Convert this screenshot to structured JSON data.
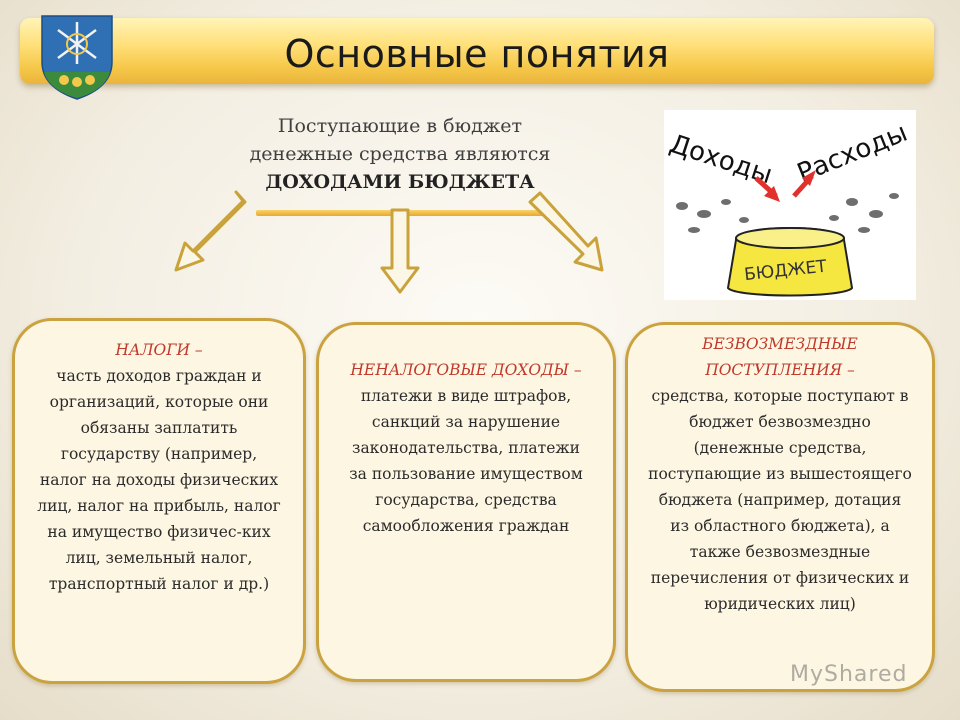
{
  "slide": {
    "title": "Основные понятия"
  },
  "intro": {
    "line1": "Поступающие в бюджет",
    "line2": "денежные средства являются",
    "accent": "ДОХОДАМИ БЮДЖЕТА"
  },
  "illustration": {
    "label_income": "Доходы",
    "label_expense": "Расходы",
    "label_budget": "БЮДЖЕТ"
  },
  "boxes": [
    {
      "heading": "НАЛОГИ –",
      "body": "часть доходов граждан и организаций, которые они обязаны заплатить государству (например, налог на доходы физических лиц, налог на прибыль, налог на имущество физичес-ких лиц, земельный налог, транспортный налог и др.)"
    },
    {
      "heading": "НЕНАЛОГОВЫЕ ДОХОДЫ –",
      "body": "платежи в виде штрафов, санкций за нарушение законодательства, платежи за пользование имуществом государства, средства самообложения граждан"
    },
    {
      "heading": "БЕЗВОЗМЕЗДНЫЕ ПОСТУПЛЕНИЯ –",
      "body": "средства, которые поступают в бюджет безвозмездно (денежные средства, поступающие из вышестоящего бюджета (например, дотация из областного бюджета), а также безвозмездные перечисления от физических и юридических лиц)"
    }
  ],
  "watermark": "MyShared",
  "colors": {
    "title_gold": "#f6c84a",
    "box_border": "#caa23f",
    "heading_red": "#c0392b",
    "crest_blue": "#2f6fb4",
    "crest_green": "#3c8a3c"
  }
}
